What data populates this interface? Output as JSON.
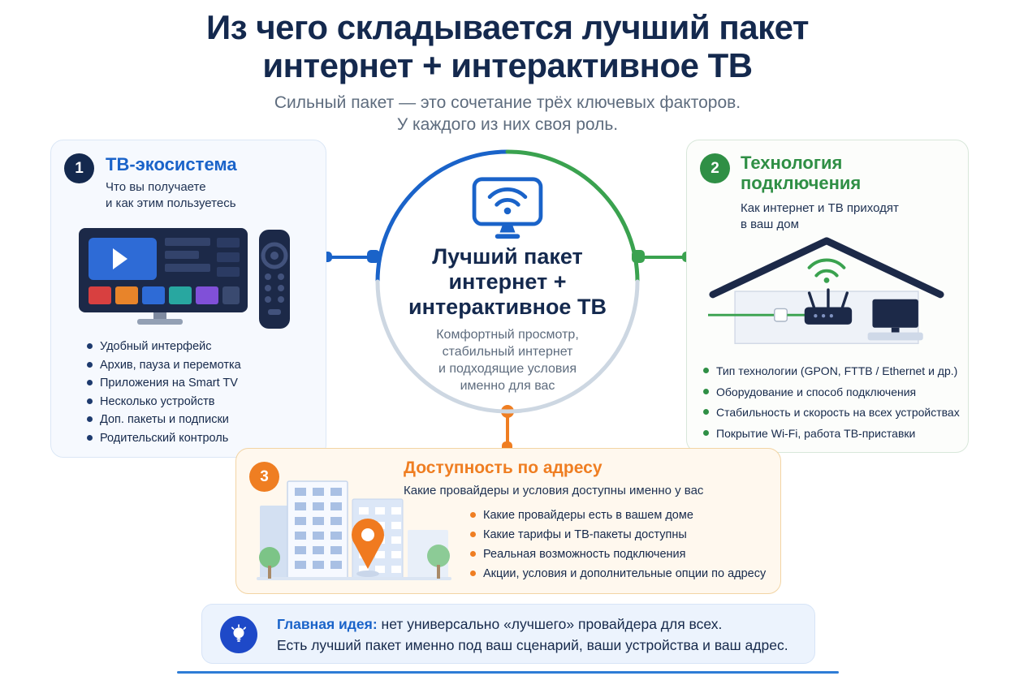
{
  "header": {
    "title_lines": [
      "Из чего складывается лучший пакет",
      "интернет + интерактивное ТВ"
    ],
    "subtitle_lines": [
      "Сильный пакет — это сочетание трёх ключевых факторов.",
      "У каждого из них своя роль."
    ]
  },
  "hub": {
    "title_lines": [
      "Лучший пакет",
      "интернет +",
      "интерактивное ТВ"
    ],
    "desc_lines": [
      "Комфортный просмотр,",
      "стабильный интернет",
      "и подходящие условия",
      "именно для вас"
    ]
  },
  "cards": {
    "tv": {
      "number": "1",
      "title": "ТВ-экосистема",
      "subtitle_lines": [
        "Что вы получаете",
        "и как этим пользуетесь"
      ],
      "bullets": [
        "Удобный интерфейс",
        "Архив, пауза и перемотка",
        "Приложения на Smart TV",
        "Несколько устройств",
        "Доп. пакеты и подписки",
        "Родительский контроль"
      ]
    },
    "tech": {
      "number": "2",
      "title_lines": [
        "Технология",
        "подключения"
      ],
      "subtitle_lines": [
        "Как интернет и ТВ приходят",
        "в ваш дом"
      ],
      "bullets": [
        "Тип технологии (GPON, FTTB / Ethernet и др.)",
        "Оборудование и способ подключения",
        "Стабильность и скорость на всех устройствах",
        "Покрытие Wi-Fi, работа ТВ-приставки"
      ]
    },
    "address": {
      "number": "3",
      "title": "Доступность по адресу",
      "subtitle": "Какие провайдеры и условия доступны именно у вас",
      "bullets": [
        "Какие провайдеры есть в вашем доме",
        "Какие тарифы и ТВ-пакеты доступны",
        "Реальная возможность подключения",
        "Акции, условия и дополнительные опции по адресу"
      ]
    }
  },
  "idea": {
    "lead": "Главная идея:",
    "line1_rest": "нет универсально «лучшего» провайдера для всех.",
    "line2": "Есть лучший пакет именно под ваш сценарий, ваши устройства и ваш адрес."
  },
  "icons": {
    "hub": "tv-wifi-icon",
    "tv_card": "smart-tv-remote-illustration",
    "tech_card": "home-network-illustration",
    "address_card": "city-map-pin-illustration",
    "idea": "lightbulb-icon"
  },
  "colors": {
    "navy": "#14294e",
    "blue": "#1a63c9",
    "green": "#2f8f45",
    "orange": "#ef7e22",
    "ring_gray": "#cdd7e2"
  }
}
